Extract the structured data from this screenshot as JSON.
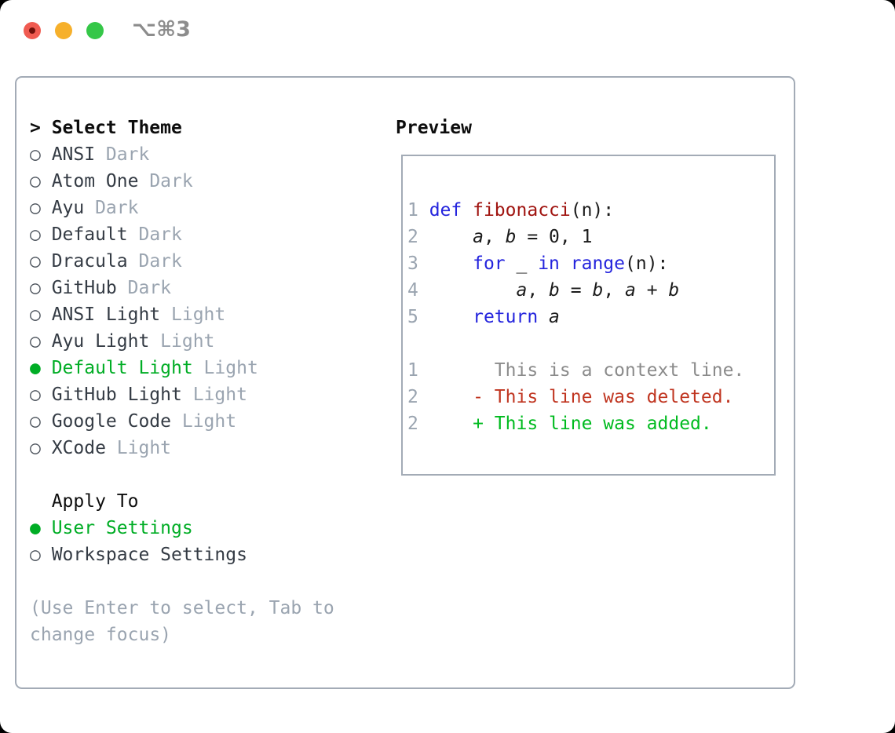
{
  "window": {
    "title": "⌥⌘3",
    "traffic_lights": [
      {
        "name": "close",
        "color": "#f05b51",
        "dot_color": "#70100a"
      },
      {
        "name": "minimize",
        "color": "#f6b02b"
      },
      {
        "name": "zoom",
        "color": "#35c748"
      }
    ]
  },
  "theme_picker": {
    "prompt": ">",
    "title": "Select Theme",
    "items": [
      {
        "name": "ANSI",
        "variant": "Dark",
        "selected": false
      },
      {
        "name": "Atom One",
        "variant": "Dark",
        "selected": false
      },
      {
        "name": "Ayu",
        "variant": "Dark",
        "selected": false
      },
      {
        "name": "Default",
        "variant": "Dark",
        "selected": false
      },
      {
        "name": "Dracula",
        "variant": "Dark",
        "selected": false
      },
      {
        "name": "GitHub",
        "variant": "Dark",
        "selected": false
      },
      {
        "name": "ANSI Light",
        "variant": "Light",
        "selected": false
      },
      {
        "name": "Ayu Light",
        "variant": "Light",
        "selected": false
      },
      {
        "name": "Default Light",
        "variant": "Light",
        "selected": true
      },
      {
        "name": "GitHub Light",
        "variant": "Light",
        "selected": false
      },
      {
        "name": "Google Code",
        "variant": "Light",
        "selected": false
      },
      {
        "name": "XCode",
        "variant": "Light",
        "selected": false
      }
    ]
  },
  "apply_to": {
    "title": "Apply To",
    "options": [
      {
        "label": "User Settings",
        "selected": true
      },
      {
        "label": "Workspace Settings",
        "selected": false
      }
    ]
  },
  "hint": "(Use Enter to select, Tab to change focus)",
  "preview": {
    "title": "Preview",
    "lines": [
      {
        "num": "1",
        "tokens": [
          [
            "kw",
            "def"
          ],
          [
            "pl",
            " "
          ],
          [
            "fn",
            "fibonacci"
          ],
          [
            "pl",
            "(n):"
          ]
        ]
      },
      {
        "num": "2",
        "tokens": [
          [
            "pl",
            "    "
          ],
          [
            "va",
            "a"
          ],
          [
            "pl",
            ", "
          ],
          [
            "va",
            "b"
          ],
          [
            "pl",
            " = 0, 1"
          ]
        ]
      },
      {
        "num": "3",
        "tokens": [
          [
            "pl",
            "    "
          ],
          [
            "kw",
            "for"
          ],
          [
            "pl",
            " _ "
          ],
          [
            "kw",
            "in"
          ],
          [
            "pl",
            " "
          ],
          [
            "kw",
            "range"
          ],
          [
            "pl",
            "(n):"
          ]
        ]
      },
      {
        "num": "4",
        "tokens": [
          [
            "pl",
            "        "
          ],
          [
            "va",
            "a"
          ],
          [
            "pl",
            ", "
          ],
          [
            "va",
            "b"
          ],
          [
            "pl",
            " = "
          ],
          [
            "va",
            "b"
          ],
          [
            "pl",
            ", "
          ],
          [
            "va",
            "a"
          ],
          [
            "pl",
            " + "
          ],
          [
            "va",
            "b"
          ]
        ]
      },
      {
        "num": "5",
        "tokens": [
          [
            "pl",
            "    "
          ],
          [
            "kw",
            "return"
          ],
          [
            "pl",
            " "
          ],
          [
            "va",
            "a"
          ]
        ]
      },
      {
        "num": "",
        "tokens": []
      },
      {
        "num": "1",
        "tokens": [
          [
            "ctx",
            "      This is a context line."
          ]
        ]
      },
      {
        "num": "2",
        "tokens": [
          [
            "de",
            "    - This line was deleted."
          ]
        ]
      },
      {
        "num": "2",
        "tokens": [
          [
            "ad",
            "    + This line was added."
          ]
        ]
      }
    ]
  },
  "colors": {
    "keyword_blue": "#2424dd",
    "function_red": "#a01410",
    "plain_text": "#1b1b1b",
    "gutter_gray": "#9aa4b0",
    "context_gray": "#8b8b8b",
    "deleted_red": "#c03520",
    "added_green": "#00bb1f",
    "selected_green": "#00ad25",
    "variant_tag_gray": "#9aa4b0",
    "panel_border_gray": "#a3abb6",
    "title_gray": "#8c8c8c"
  }
}
